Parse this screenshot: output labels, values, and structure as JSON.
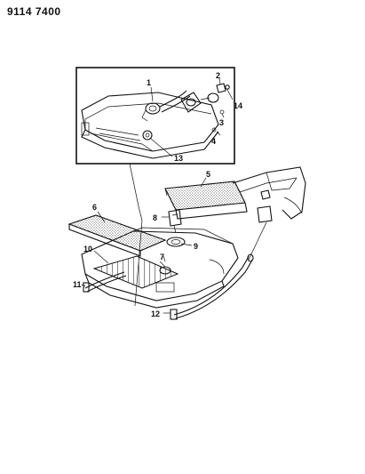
{
  "document": {
    "number": "9114 7400"
  },
  "callouts": [
    "1",
    "2",
    "14",
    "3",
    "4",
    "13",
    "5",
    "6",
    "8",
    "9",
    "10",
    "7",
    "11",
    "12"
  ],
  "colors": {
    "ink": "#111111",
    "paper": "#ffffff"
  }
}
